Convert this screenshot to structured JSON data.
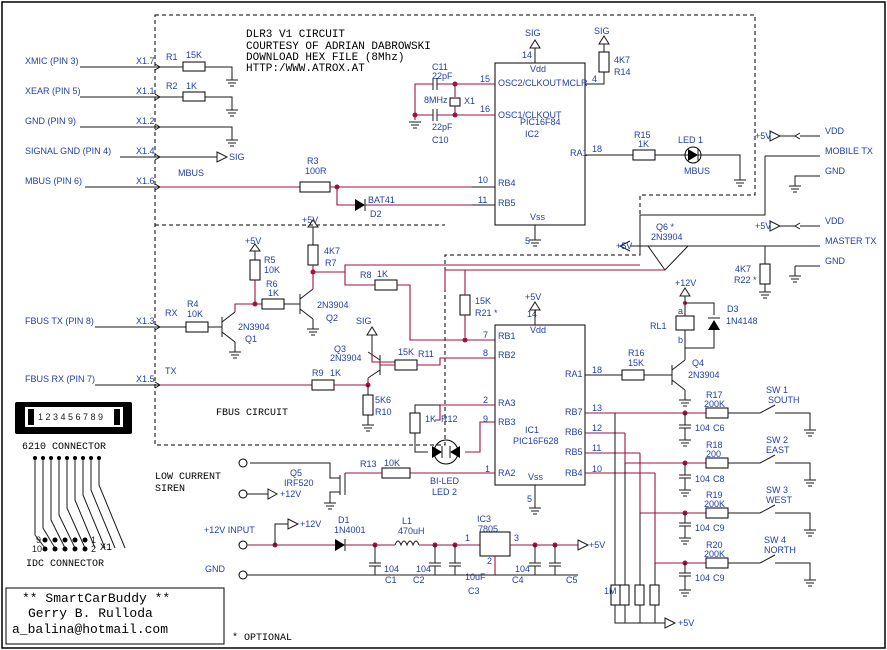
{
  "header": {
    "line1": "DLR3 V1 CIRCUIT",
    "line2": "COURTESY OF ADRIAN DABROWSKI",
    "line3": "DOWNLOAD HEX FILE (8Mhz)",
    "line4": "HTTP:/WWW.ATROX.AT"
  },
  "credits": {
    "line1": "** SmartCarBuddy **",
    "line2": "Gerry B. Rulloda",
    "line3": "a_balina@hotmail.com"
  },
  "optional_note": "* OPTIONAL",
  "fbus_circuit_label": "FBUS CIRCUIT",
  "connectors_left": [
    {
      "label": "XMIC (PIN 3)",
      "pin": "X1.7"
    },
    {
      "label": "XEAR (PIN 5)",
      "pin": "X1.1"
    },
    {
      "label": "GND (PIN 9)",
      "pin": "X1.2"
    },
    {
      "label": "SIGNAL GND (PIN 4)",
      "pin": "X1.4"
    },
    {
      "label": "MBUS (PIN 6)",
      "pin": "X1.6"
    },
    {
      "label": "FBUS TX (PIN 8)",
      "pin": "X1.3"
    },
    {
      "label": "FBUS RX (PIN 7)",
      "pin": "X1.5"
    }
  ],
  "connectors_right": [
    {
      "label": "VDD"
    },
    {
      "label": "MOBILE TX"
    },
    {
      "label": "GND"
    },
    {
      "label": "VDD"
    },
    {
      "label": "MASTER TX"
    },
    {
      "label": "GND"
    }
  ],
  "ic2": {
    "ref": "IC2",
    "part": "PIC16F84",
    "pins": {
      "vdd": "Vdd",
      "vdd_num": "14",
      "osc2": "OSC2/CLKOUT",
      "osc2_num": "15",
      "osc1": "OSC1/CLKOUT",
      "osc1_num": "16",
      "mclr": "MCLR",
      "mclr_num": "4",
      "ra1": "RA1",
      "ra1_num": "18",
      "rb4": "RB4",
      "rb4_num": "10",
      "rb5": "RB5",
      "rb5_num": "11",
      "vss": "Vss",
      "vss_num": "5"
    }
  },
  "ic1": {
    "ref": "IC1",
    "part": "PIC16F628",
    "pins": {
      "vdd": "Vdd",
      "vdd_num": "14",
      "rb1": "RB1",
      "rb1_num": "7",
      "rb2": "RB2",
      "rb2_num": "8",
      "ra3": "RA3",
      "ra3_num": "2",
      "rb3": "RB3",
      "rb3_num": "9",
      "ra2": "RA2",
      "ra2_num": "1",
      "vss": "Vss",
      "vss_num": "5",
      "ra1": "RA1",
      "ra1_num": "18",
      "rb7": "RB7",
      "rb7_num": "13",
      "rb6": "RB6",
      "rb6_num": "12",
      "rb5": "RB5",
      "rb5_num": "11",
      "rb4": "RB4",
      "rb4_num": "10"
    }
  },
  "ic3": {
    "ref": "IC3",
    "part": "7805",
    "pin1": "1",
    "pin2": "2",
    "pin3": "3"
  },
  "components": {
    "r1": {
      "ref": "R1",
      "value": "15K"
    },
    "r2": {
      "ref": "R2",
      "value": "1K"
    },
    "r3": {
      "ref": "R3",
      "value": "100R"
    },
    "r4": {
      "ref": "R4",
      "value": "10K"
    },
    "r5": {
      "ref": "R5",
      "value": "10K"
    },
    "r6": {
      "ref": "R6",
      "value": "1K"
    },
    "r7": {
      "ref": "R7",
      "value": "4K7"
    },
    "r8": {
      "ref": "R8",
      "value": "1K"
    },
    "r9": {
      "ref": "R9",
      "value": "1K"
    },
    "r10": {
      "ref": "R10",
      "value": "5K6"
    },
    "r11": {
      "ref": "R11",
      "value": "15K"
    },
    "r12": {
      "ref": "R12",
      "value": "1K"
    },
    "r13": {
      "ref": "R13",
      "value": "10K"
    },
    "r14": {
      "ref": "R14",
      "value": "4K7"
    },
    "r15": {
      "ref": "R15",
      "value": "1K"
    },
    "r16": {
      "ref": "R16",
      "value": "15K"
    },
    "r17": {
      "ref": "R17",
      "value": "200K"
    },
    "r18": {
      "ref": "R18",
      "value": "200"
    },
    "r19": {
      "ref": "R19",
      "value": "200K"
    },
    "r20": {
      "ref": "R20",
      "value": "200K"
    },
    "r21": {
      "ref": "R21 *",
      "value": "15K"
    },
    "r22": {
      "ref": "R22 *",
      "value": "4K7"
    },
    "c1": {
      "ref": "C1",
      "value": "104"
    },
    "c2": {
      "ref": "C2",
      "value": "104"
    },
    "c3": {
      "ref": "C3",
      "value": "10uF"
    },
    "c4": {
      "ref": "C4",
      "value": "104"
    },
    "c5": {
      "ref": "C5",
      "value": ""
    },
    "c6": {
      "ref": "C6",
      "value": "104"
    },
    "c8": {
      "ref": "C8",
      "value": "104"
    },
    "c9a": {
      "ref": "C9",
      "value": "104"
    },
    "c9b": {
      "ref": "C9",
      "value": "104"
    },
    "c10": {
      "ref": "C10",
      "value": "22pF"
    },
    "c11": {
      "ref": "C11",
      "value": "22pF"
    },
    "x1": {
      "ref": "X1",
      "value": "8MHz"
    },
    "q1": {
      "ref": "Q1",
      "value": "2N3904"
    },
    "q2": {
      "ref": "Q2",
      "value": "2N3904"
    },
    "q3": {
      "ref": "Q3",
      "value": "2N3904"
    },
    "q4": {
      "ref": "Q4",
      "value": "2N3904"
    },
    "q5": {
      "ref": "Q5",
      "value": "IRF520"
    },
    "q6": {
      "ref": "Q6 *",
      "value": "2N3904"
    },
    "d1": {
      "ref": "D1",
      "value": "1N4001"
    },
    "d2": {
      "ref": "D2",
      "value": "BAT41"
    },
    "d3": {
      "ref": "D3",
      "value": "1N4148"
    },
    "l1": {
      "ref": "L1",
      "value": "470uH"
    },
    "led1": {
      "ref": "LED 1",
      "value": "MBUS"
    },
    "led2": {
      "ref": "LED 2",
      "value": "BI-LED"
    },
    "rl1": {
      "ref": "RL1",
      "a": "a",
      "b": "b"
    },
    "rnet": {
      "value": "1M"
    }
  },
  "switches": [
    {
      "ref": "SW 1",
      "name": "SOUTH"
    },
    {
      "ref": "SW 2",
      "name": "EAST"
    },
    {
      "ref": "SW 3",
      "name": "WEST"
    },
    {
      "ref": "SW 4",
      "name": "NORTH"
    }
  ],
  "power_labels": {
    "sig": "SIG",
    "p5v": "+5V",
    "p12v": "+12V",
    "input_12v": "+12V INPUT",
    "gnd": "GND",
    "siren": "LOW CURRENT",
    "siren2": "SIREN",
    "mbus_net": "MBUS",
    "rx_net": "RX",
    "tx_net": "TX"
  },
  "idc": {
    "title": "6210 CONNECTOR",
    "subtitle": "IDC CONNECTOR",
    "ref": "X1",
    "pin_numbers": "1 2 3 4 5 6 7 8 9",
    "row_a": "9",
    "row_b": "10",
    "row_c": "1",
    "row_d": "2"
  }
}
